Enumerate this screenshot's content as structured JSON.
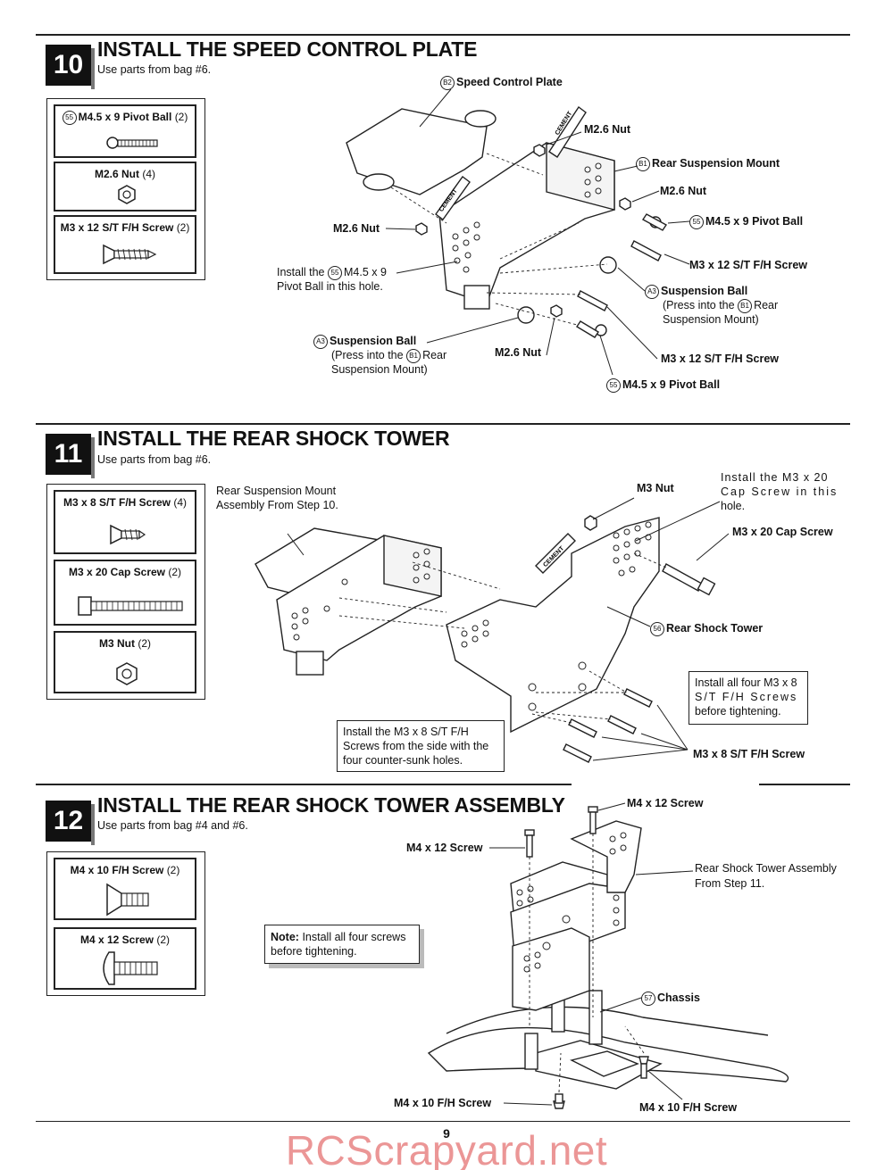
{
  "steps": [
    {
      "number": "10",
      "title": "INSTALL THE SPEED CONTROL PLATE",
      "subtitle": "Use parts from bag #6.",
      "parts": [
        {
          "badge": "55",
          "name": "M4.5 x 9 Pivot Ball",
          "qty": "(2)"
        },
        {
          "name": "M2.6 Nut",
          "qty": "(4)"
        },
        {
          "name": "M3 x 12 S/T F/H Screw",
          "qty": "(2)"
        }
      ],
      "labels": {
        "speed_control_plate": {
          "badge": "B2",
          "text": "Speed Control Plate"
        },
        "m26_nut_top": "M2.6 Nut",
        "rear_suspension_mount": {
          "badge": "B1",
          "text": "Rear Suspension Mount"
        },
        "m26_nut_right": "M2.6 Nut",
        "pivot_ball_right": {
          "badge": "55",
          "text": "M4.5 x 9 Pivot Ball"
        },
        "m26_nut_left": "M2.6 Nut",
        "m3_screw_right": "M3 x 12 S/T F/H Screw",
        "install_hole_1": "Install the",
        "install_hole_badge": "55",
        "install_hole_2": "M4.5 x 9",
        "install_hole_3": "Pivot Ball in this hole.",
        "suspension_ball_right": {
          "badge": "A3",
          "text": "Suspension Ball"
        },
        "press_right_1": "(Press into the",
        "press_right_badge": "B1",
        "press_right_2": "Rear",
        "press_right_3": "Suspension Mount)",
        "suspension_ball_left": {
          "badge": "A3",
          "text": "Suspension Ball"
        },
        "press_left_1": "(Press into the",
        "press_left_badge": "B1",
        "press_left_2": "Rear",
        "press_left_3": "Suspension Mount)",
        "m26_nut_bottom": "M2.6 Nut",
        "m3_screw_bottom": "M3 x 12 S/T F/H Screw",
        "pivot_ball_bottom": {
          "badge": "55",
          "text": "M4.5 x 9 Pivot Ball"
        },
        "cement": "CEMENT"
      }
    },
    {
      "number": "11",
      "title": "INSTALL THE REAR SHOCK TOWER",
      "subtitle": "Use parts from bag #6.",
      "parts": [
        {
          "name": "M3 x 8 S/T F/H Screw",
          "qty": "(4)"
        },
        {
          "name": "M3 x 20 Cap Screw",
          "qty": "(2)"
        },
        {
          "name": "M3 Nut",
          "qty": "(2)"
        }
      ],
      "labels": {
        "rear_mount_assembly_1": "Rear Suspension Mount",
        "rear_mount_assembly_2": "Assembly From Step 10.",
        "m3_nut": "M3 Nut",
        "install_cap_1": "Install the M3 x 20",
        "install_cap_2": "Cap Screw in this",
        "install_cap_3": "hole.",
        "m3_cap_screw": "M3 x 20 Cap Screw",
        "rear_shock_tower": {
          "badge": "56",
          "text": "Rear Shock Tower"
        },
        "m3_screw": "M3 x 8 S/T F/H Screw",
        "cement": "CEMENT"
      },
      "notes": {
        "install_all_four_1": "Install all four M3 x 8",
        "install_all_four_2": "S/T F/H Screws",
        "install_all_four_3": "before tightening.",
        "side_holes_1": "Install the M3 x 8 S/T F/H",
        "side_holes_2": "Screws from the side with the",
        "side_holes_3": "four counter-sunk holes."
      }
    },
    {
      "number": "12",
      "title": "INSTALL THE REAR SHOCK TOWER ASSEMBLY",
      "subtitle": "Use parts from bag #4 and #6.",
      "parts": [
        {
          "name": "M4 x 10 F/H Screw",
          "qty": "(2)"
        },
        {
          "name": "M4 x 12 Screw",
          "qty": "(2)"
        }
      ],
      "labels": {
        "m4_12_top": "M4 x 12 Screw",
        "m4_12_left": "M4 x 12 Screw",
        "tower_assembly_1": "Rear Shock Tower Assembly",
        "tower_assembly_2": "From Step 11.",
        "chassis": {
          "badge": "57",
          "text": "Chassis"
        },
        "m4_10_left": "M4 x 10 F/H Screw",
        "m4_10_right": "M4 x 10 F/H Screw"
      },
      "notes": {
        "note_bold": "Note:",
        "note_text_1": "Install all four screws",
        "note_text_2": "before tightening."
      }
    }
  ],
  "page_number": "9",
  "watermark": "RCScrapyard.net"
}
